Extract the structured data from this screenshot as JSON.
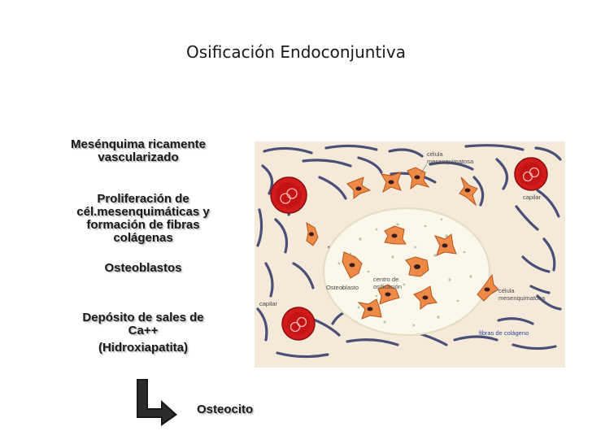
{
  "title": "Osificación Endoconjuntiva",
  "steps": {
    "s1": [
      "Mesénquima ricamente",
      "vascularizado"
    ],
    "s2": [
      "Proliferación de",
      "cél.mesenquimáticas y",
      "formación de fibras",
      "colágenas"
    ],
    "s3": "Osteoblastos",
    "s4": [
      "Depósito de sales de",
      "Ca++"
    ],
    "s5": "(Hidroxiapatita)",
    "s6": "Osteocito"
  },
  "diagram": {
    "labels": {
      "celula_top": [
        "célula",
        "mesenquimatosa"
      ],
      "capilar_right": "capilar",
      "capilar_left": "capilar",
      "osteoblasto": "Osteoblasto",
      "centro": [
        "centro de",
        "osificación"
      ],
      "celula_bottom": [
        "célula",
        "mesenquimatosa"
      ],
      "fibras": "fibras de colágeno"
    },
    "colors": {
      "background": "#f5ead9",
      "fiber": "#4a4f78",
      "capillary": "#d11a1a",
      "cell": "#ee8a48",
      "nucleus": "#3a1a1a",
      "center": "#fbf7ea"
    }
  }
}
